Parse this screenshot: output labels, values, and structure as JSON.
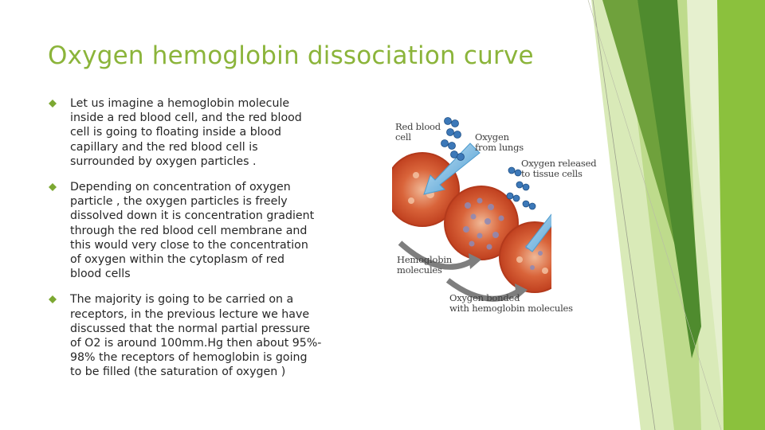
{
  "slide": {
    "title": "Oxygen hemoglobin dissociation curve",
    "bullets": [
      {
        "text": "Let us imagine a hemoglobin molecule\ninside a red blood cell, and the red blood\ncell is going to floating inside a blood\ncapillary and the red blood cell is\nsurrounded by oxygen particles ."
      },
      {
        "text": "Depending on concentration of oxygen\nparticle , the oxygen particles is freely\ndissolved down it is concentration gradient\nthrough the red blood cell membrane and\nthis would very close to the concentration\nof oxygen within the cytoplasm of red\nblood cells"
      },
      {
        "text": "The majority is going to be carried on a\nreceptors, in the previous lecture we have\ndiscussed that the normal partial pressure\nof O2 is around 100mm.Hg then about 95%-\n98% the receptors of hemoglobin is going\nto be filled  (the saturation of oxygen )"
      }
    ]
  },
  "figure": {
    "labels": {
      "red_blood_cell": "Red blood\ncell",
      "oxygen_from_lungs": "Oxygen\nfrom lungs",
      "oxygen_released": "Oxygen released\nto tissue cells",
      "hemoglobin_molecules": "Hemoglobin\nmolecules",
      "oxygen_bonded": "Oxygen bonded\nwith hemoglobin molecules"
    }
  },
  "colors": {
    "title": "#8BB43A",
    "bullet": "#7CA832",
    "text": "#262626",
    "cell": "#D2502A",
    "arrow": "#5BA8D8"
  }
}
